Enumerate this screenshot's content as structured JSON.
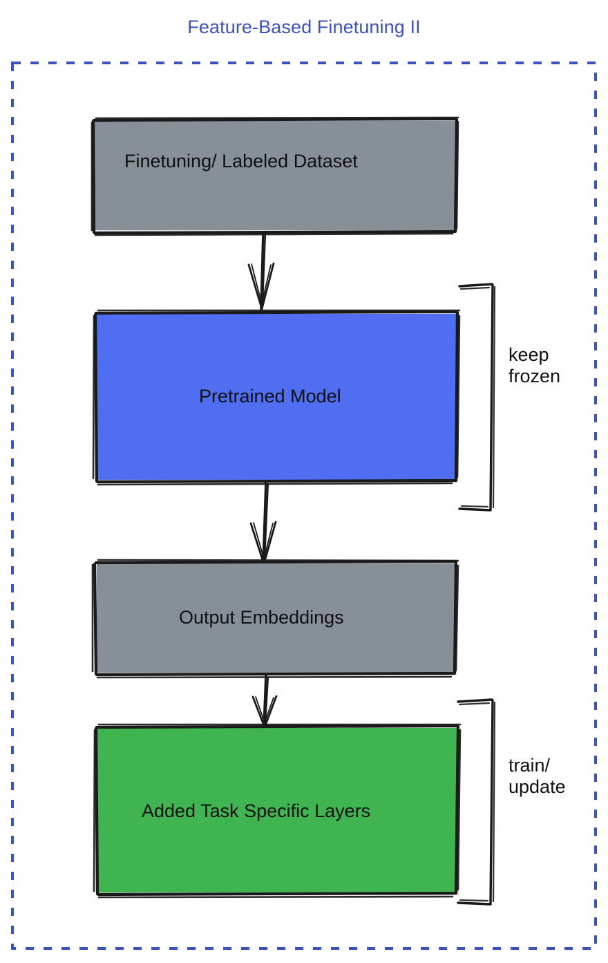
{
  "title": "Feature-Based Finetuning II",
  "colors": {
    "title": "#3b52c4",
    "frame_dashed": "#3b52c4",
    "gray_box": "#878f98",
    "blue_box": "#4f6ef2",
    "green_box": "#3fb450",
    "stroke": "#1a1a1a",
    "text": "#101010",
    "background": "#ffffff"
  },
  "frame": {
    "name": "dashed-outer-frame",
    "style": "dashed",
    "color": "#3b52c4"
  },
  "nodes": [
    {
      "id": "dataset",
      "label": "Finetuning/ Labeled Dataset",
      "fill": "#878f98",
      "shape": "rectangle"
    },
    {
      "id": "pretrained",
      "label": "Pretrained Model",
      "fill": "#4f6ef2",
      "shape": "rectangle"
    },
    {
      "id": "embeddings",
      "label": "Output Embeddings",
      "fill": "#878f98",
      "shape": "rectangle"
    },
    {
      "id": "tasklayers",
      "label": "Added Task Specific Layers",
      "fill": "#3fb450",
      "shape": "rectangle"
    }
  ],
  "edges": [
    {
      "from": "dataset",
      "to": "pretrained",
      "type": "arrow"
    },
    {
      "from": "pretrained",
      "to": "embeddings",
      "type": "arrow"
    },
    {
      "from": "embeddings",
      "to": "tasklayers",
      "type": "arrow"
    }
  ],
  "annotations": [
    {
      "id": "keep-frozen",
      "label": "keep\nfrozen",
      "target": "pretrained",
      "marker": "bracket"
    },
    {
      "id": "train-update",
      "label": "train/\nupdate",
      "target": "tasklayers",
      "marker": "bracket"
    }
  ]
}
